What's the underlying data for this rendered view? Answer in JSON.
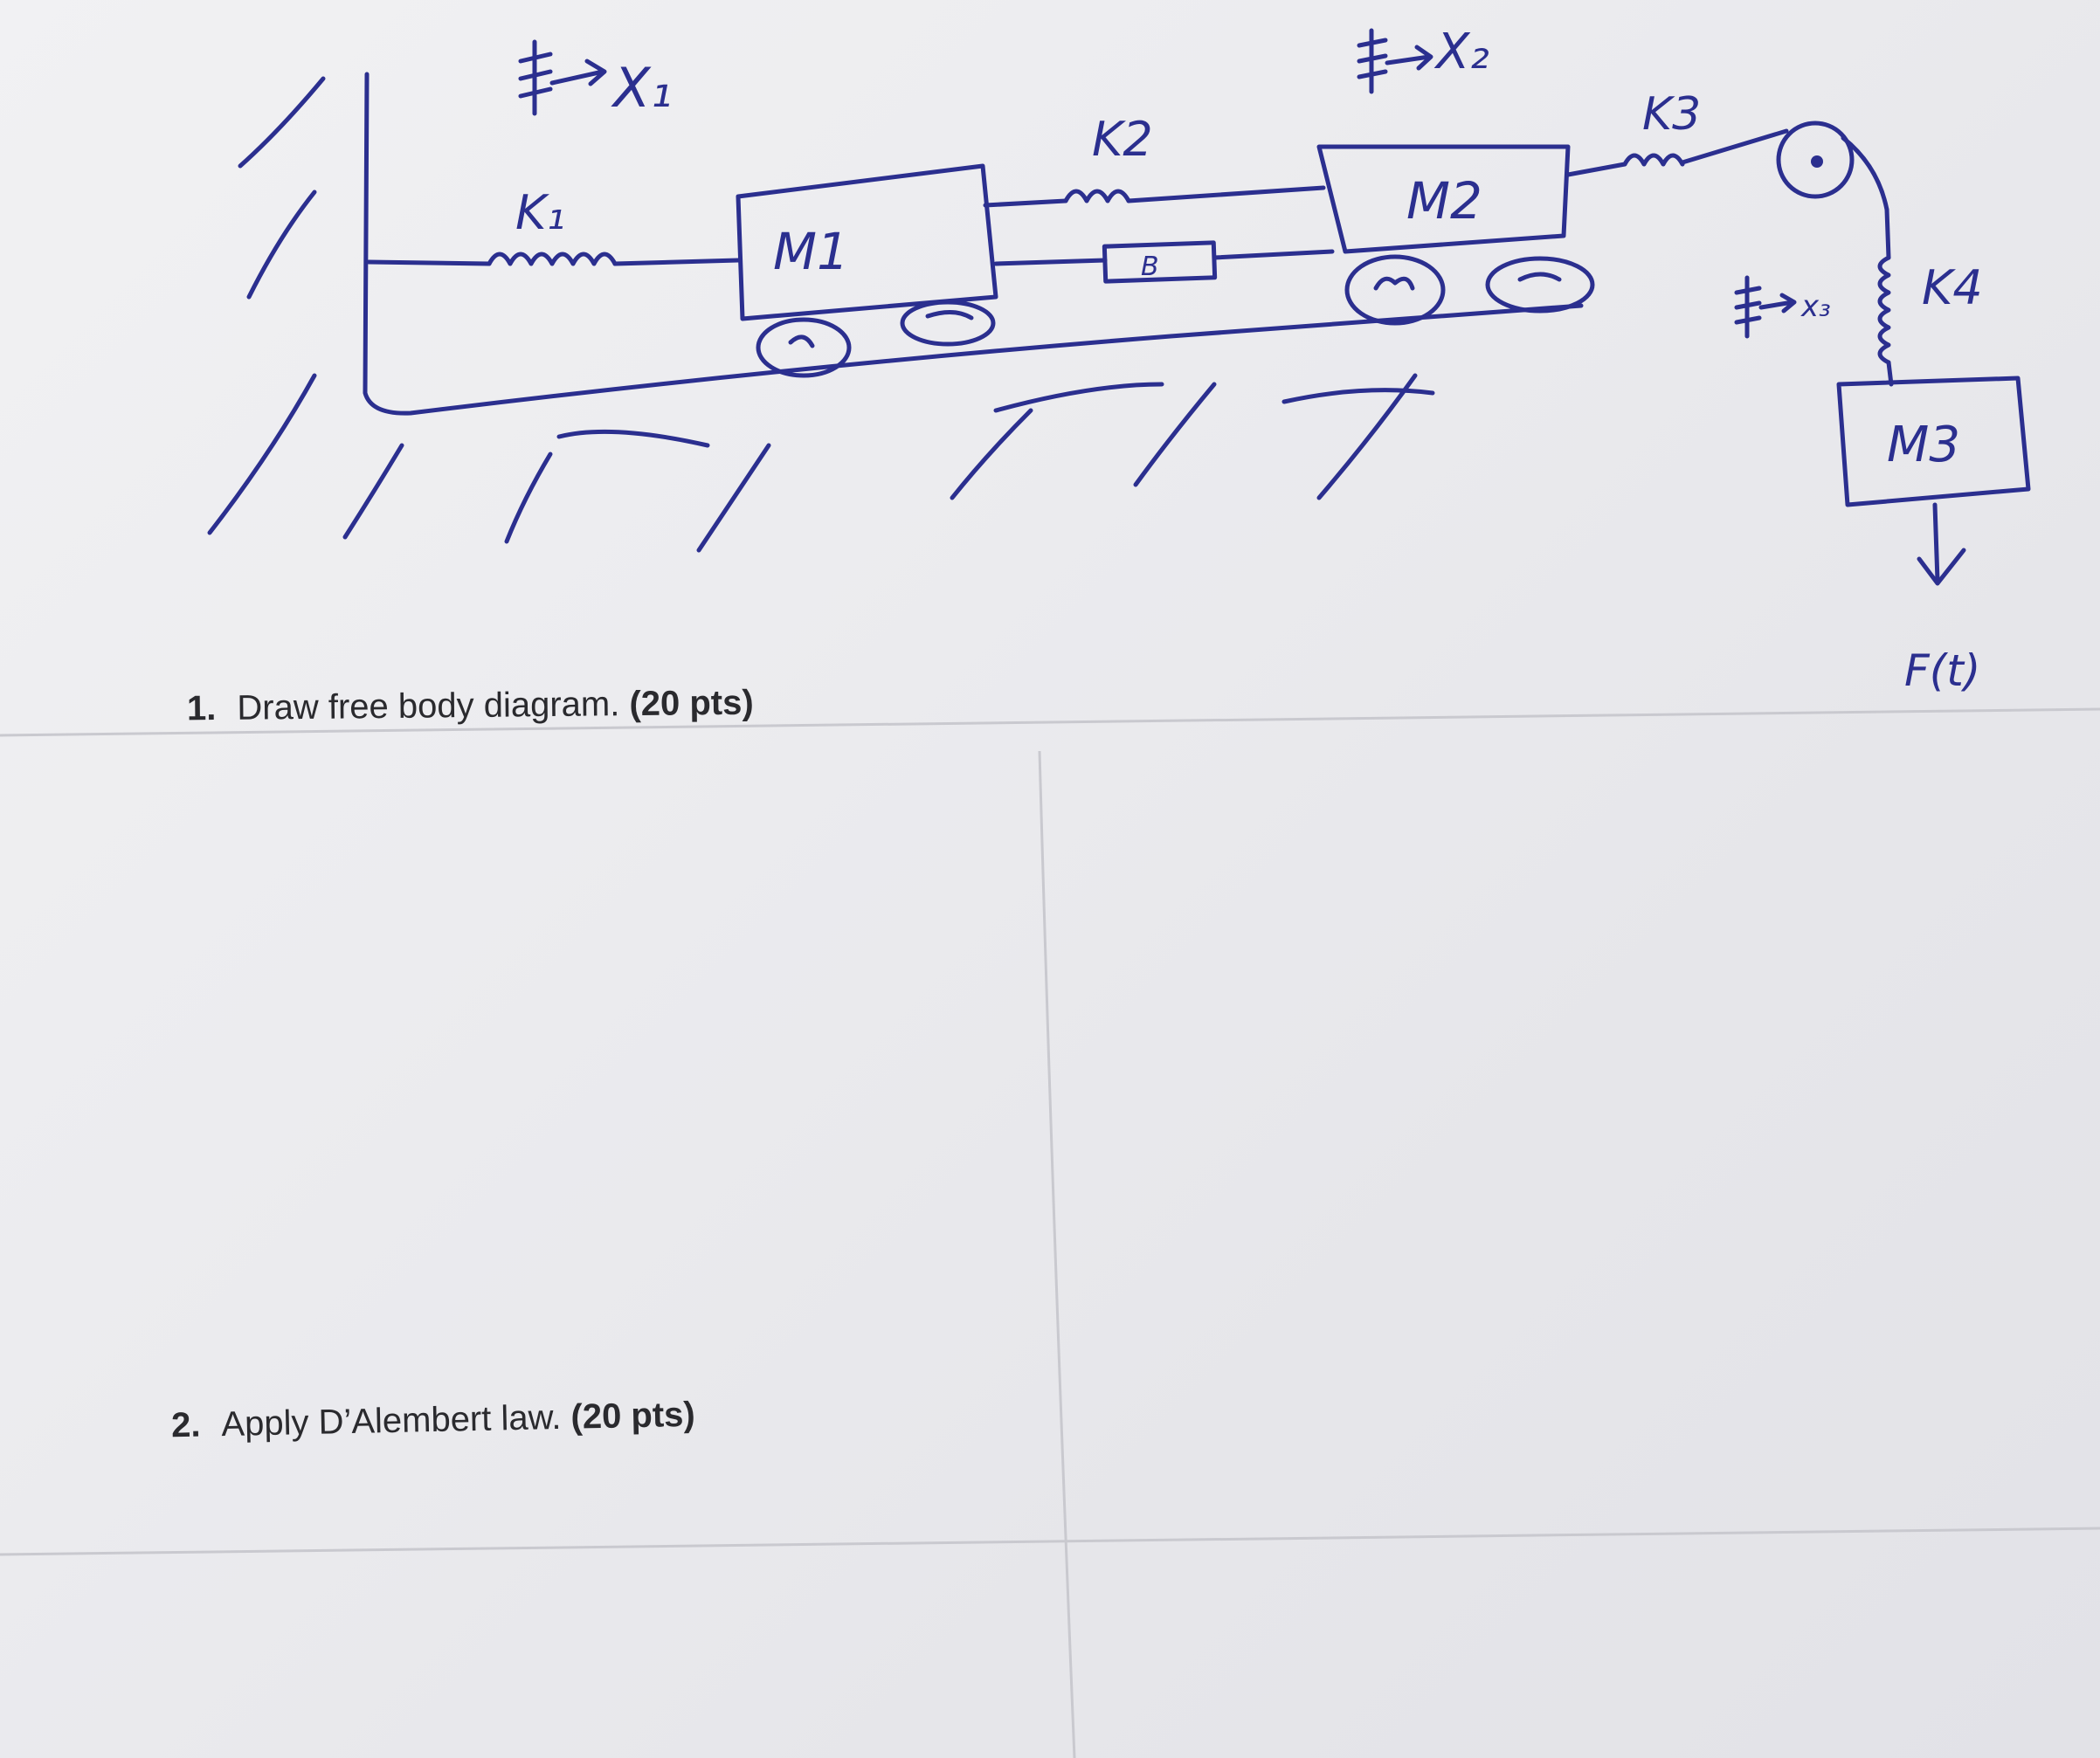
{
  "diagram": {
    "labels": {
      "x1": "X₁",
      "x2": "X₂",
      "x3": "x₃",
      "k1": "K₁",
      "k2": "K2",
      "k3": "K3",
      "k4": "K4",
      "m1": "M1",
      "m2": "M2",
      "m3": "M3",
      "b": "B",
      "force": "F(t)"
    }
  },
  "questions": [
    {
      "number": "1.",
      "text": "Draw free body diagram.",
      "points": "(20 pts)"
    },
    {
      "number": "2.",
      "text": "Apply D’Alembert law.",
      "points": "(20 pts)"
    }
  ],
  "colors": {
    "ink": "#2b2f8f",
    "paper": "#ececef",
    "print": "#2a2a2e"
  }
}
